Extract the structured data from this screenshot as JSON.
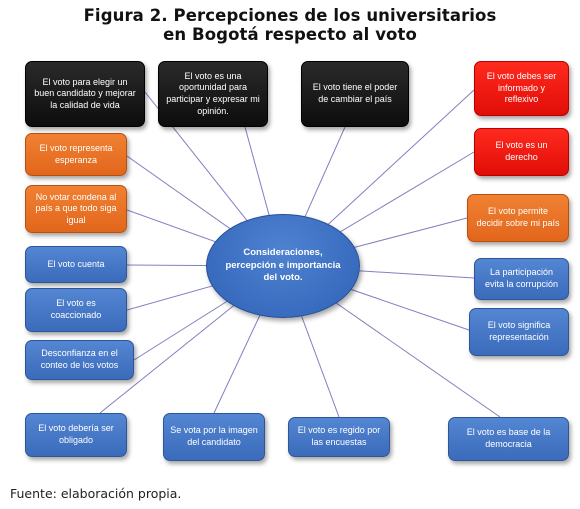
{
  "figure": {
    "title_line1": "Figura 2. Percepciones de los universitarios",
    "title_line2": "en Bogotá respecto al voto",
    "center": "Consideraciones, percepción e importancia del voto.",
    "source": "Fuente: elaboración propia."
  },
  "colors": {
    "black": "#111111",
    "red": "#ff1a10",
    "orange": "#e8731f",
    "blue": "#4472c4",
    "connector": "#8080c0"
  },
  "nodes": [
    {
      "id": "n1",
      "color": "black",
      "text": "El voto para elegir un buen candidato y mejorar la calidad de vida"
    },
    {
      "id": "n2",
      "color": "black",
      "text": "El voto es una oportunidad para participar y expresar mi opinión."
    },
    {
      "id": "n3",
      "color": "black",
      "text": "El voto tiene el poder de cambiar el país"
    },
    {
      "id": "n4",
      "color": "red",
      "text": "El voto debes ser informado y reflexivo"
    },
    {
      "id": "n5",
      "color": "orange",
      "text": "El voto representa esperanza"
    },
    {
      "id": "n6",
      "color": "red",
      "text": "El voto es un derecho"
    },
    {
      "id": "n7",
      "color": "orange",
      "text": "No votar condena al país a que todo siga igual"
    },
    {
      "id": "n8",
      "color": "orange",
      "text": "El voto permite decidir sobre mi país"
    },
    {
      "id": "n9",
      "color": "blue",
      "text": "El voto cuenta"
    },
    {
      "id": "n10",
      "color": "blue",
      "text": "La participación evita la corrupción"
    },
    {
      "id": "n11",
      "color": "blue",
      "text": "El voto es coaccionado"
    },
    {
      "id": "n12",
      "color": "blue",
      "text": "El voto significa representación"
    },
    {
      "id": "n13",
      "color": "blue",
      "text": "Desconfianza en el conteo de los votos"
    },
    {
      "id": "n14",
      "color": "blue",
      "text": "El voto debería ser obligado"
    },
    {
      "id": "n15",
      "color": "blue",
      "text": "Se vota por la imagen del candidato"
    },
    {
      "id": "n16",
      "color": "blue",
      "text": "El voto es regido por las encuestas"
    },
    {
      "id": "n17",
      "color": "blue",
      "text": "El voto es base de la democracia"
    }
  ]
}
